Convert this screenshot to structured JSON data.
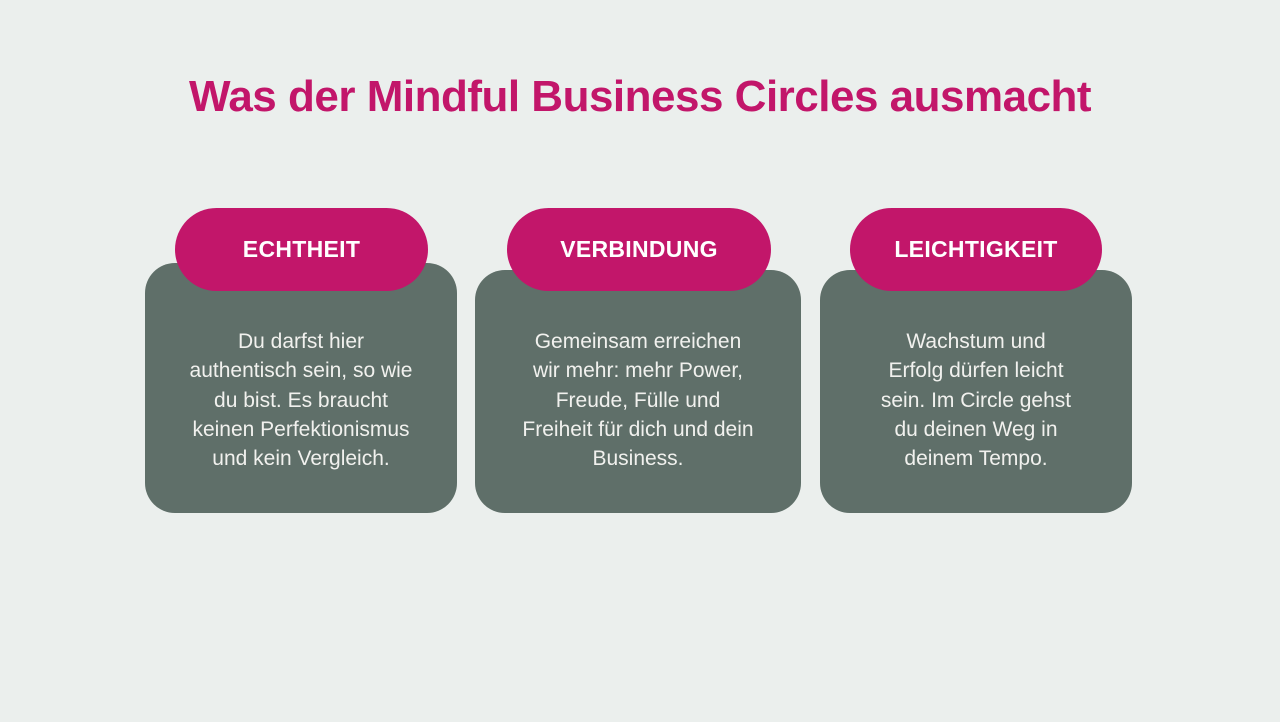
{
  "title": "Was der Mindful Business Circles ausmacht",
  "cards": [
    {
      "label": "ECHTHEIT",
      "lines": [
        "Du darfst hier",
        "authentisch sein, so wie",
        "du bist. Es braucht",
        "keinen Perfektionismus",
        "und kein Vergleich."
      ]
    },
    {
      "label": "VERBINDUNG",
      "lines": [
        "Gemeinsam erreichen",
        "wir mehr: mehr Power,",
        "Freude, Fülle und",
        "Freiheit für dich und dein",
        "Business."
      ]
    },
    {
      "label": "LEICHTIGKEIT",
      "lines": [
        "Wachstum und",
        "Erfolg dürfen leicht",
        "sein. Im Circle gehst",
        "du deinen Weg in",
        "deinem Tempo."
      ]
    }
  ]
}
